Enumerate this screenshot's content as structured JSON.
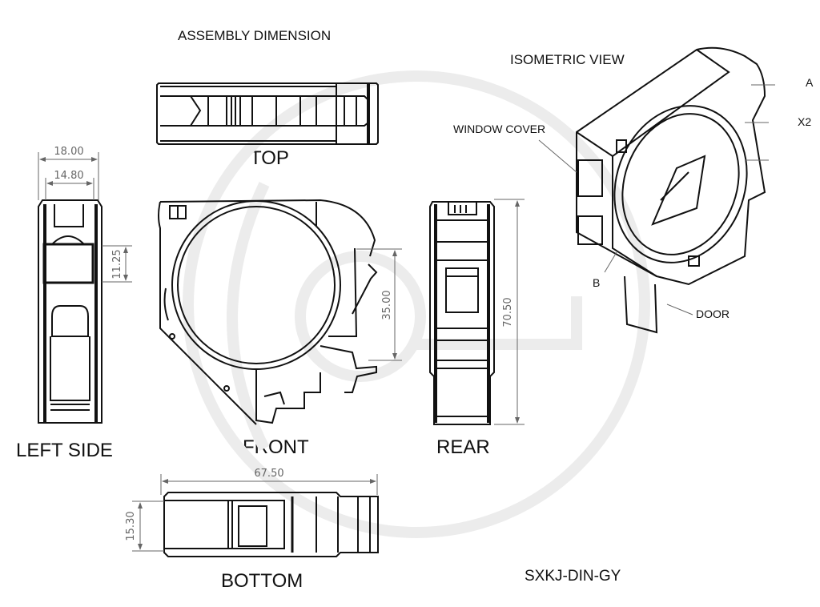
{
  "drawing": {
    "title": "ASSEMBLY DIMENSION",
    "part_number": "SXKJ-DIN-GY",
    "views": {
      "top": "TOP",
      "left_side": "LEFT SIDE",
      "front": "FRONT",
      "rear": "REAR",
      "bottom": "BOTTOM",
      "isometric": "ISOMETRIC VIEW"
    },
    "callouts": {
      "window_cover": "WINDOW COVER",
      "a": "A",
      "x2": "X2",
      "b": "B",
      "door": "DOOR"
    },
    "dimensions": {
      "width_outer": "18.00",
      "width_inner": "14.80",
      "window_height": "11.25",
      "rail_height": "35.00",
      "overall_height": "70.50",
      "overall_length": "67.50",
      "bottom_width": "15.30"
    },
    "colors": {
      "line": "#111111",
      "dimension": "#666666",
      "watermark": "#e6e6e6"
    }
  }
}
